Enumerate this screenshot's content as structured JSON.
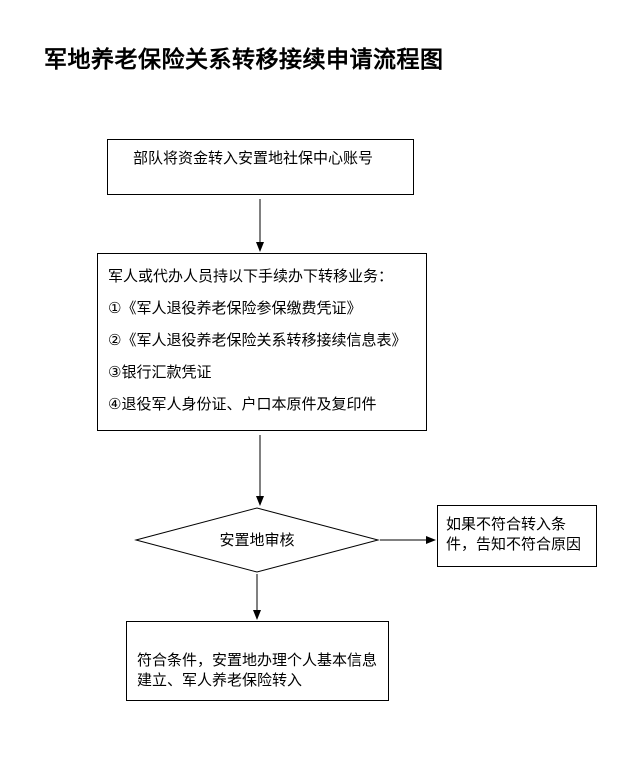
{
  "title": "军地养老保险关系转移接续申请流程图",
  "steps": {
    "step1": "部队将资金转入安置地社保中心账号",
    "step2": {
      "heading": "军人或代办人员持以下手续办下转移业务：",
      "items": [
        "①《军人退役养老保险参保缴费凭证》",
        "②《军人退役养老保险关系转移接续信息表》",
        "③银行汇款凭证",
        "④退役军人身份证、户口本原件及复印件"
      ]
    },
    "decision": "安置地审核",
    "reject": "如果不符合转入条件，告知不符合原因",
    "approve": "符合条件，安置地办理个人基本信息建立、军人养老保险转入"
  }
}
